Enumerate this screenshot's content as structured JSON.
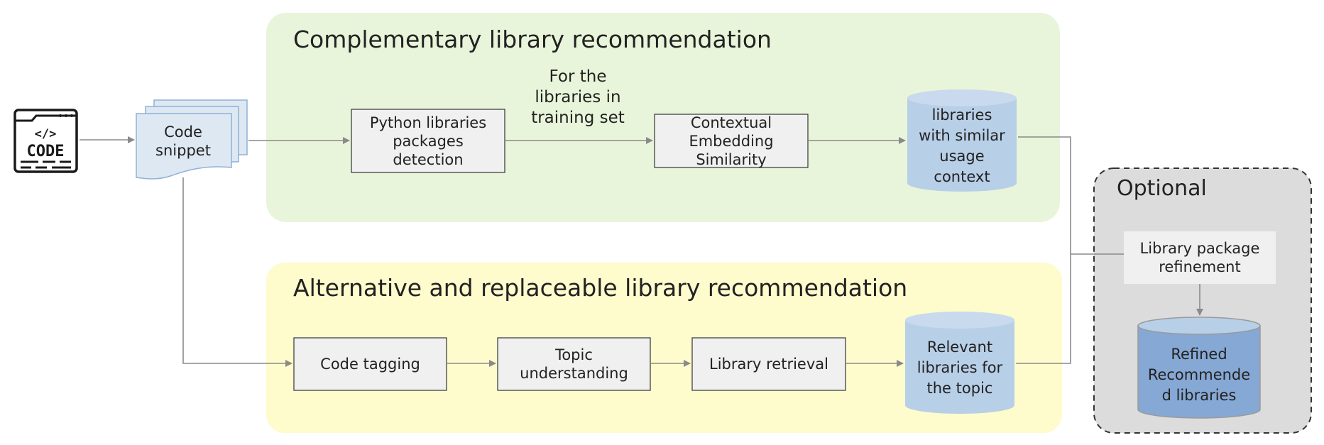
{
  "colors": {
    "green_panel": "#e9f5da",
    "yellow_panel": "#fefbcc",
    "optional_panel": "#dcdcdc",
    "process_box": "#f0f0f0",
    "snippet": "#dde8f2",
    "cylinder": "#b8cfe8",
    "cylinder_dark": "#86a8d4",
    "arrow": "#8a8a8a"
  },
  "icons": {
    "code_icon": "code-window-icon",
    "snippet_icon": "document-stack-icon"
  },
  "code_icon": {
    "text": "CODE",
    "glyph": "</>"
  },
  "snippet": {
    "label": "Code\nsnippet"
  },
  "complementary": {
    "title": "Complementary library recommendation",
    "detection_label": "Python libraries\npackages\ndetection",
    "training_note": "For the\nlibraries in\ntraining set",
    "embedding_label": "Contextual\nEmbedding\nSimilarity",
    "result_label": "libraries\nwith similar\nusage\ncontext"
  },
  "alternative": {
    "title": "Alternative and replaceable library recommendation",
    "tagging_label": "Code tagging",
    "topic_label": "Topic\nunderstanding",
    "retrieval_label": "Library retrieval",
    "result_label": "Relevant\nlibraries for\nthe topic"
  },
  "optional": {
    "title": "Optional",
    "refinement_label": "Library package\nrefinement",
    "result_label": "Refined\nRecommende\nd libraries"
  }
}
